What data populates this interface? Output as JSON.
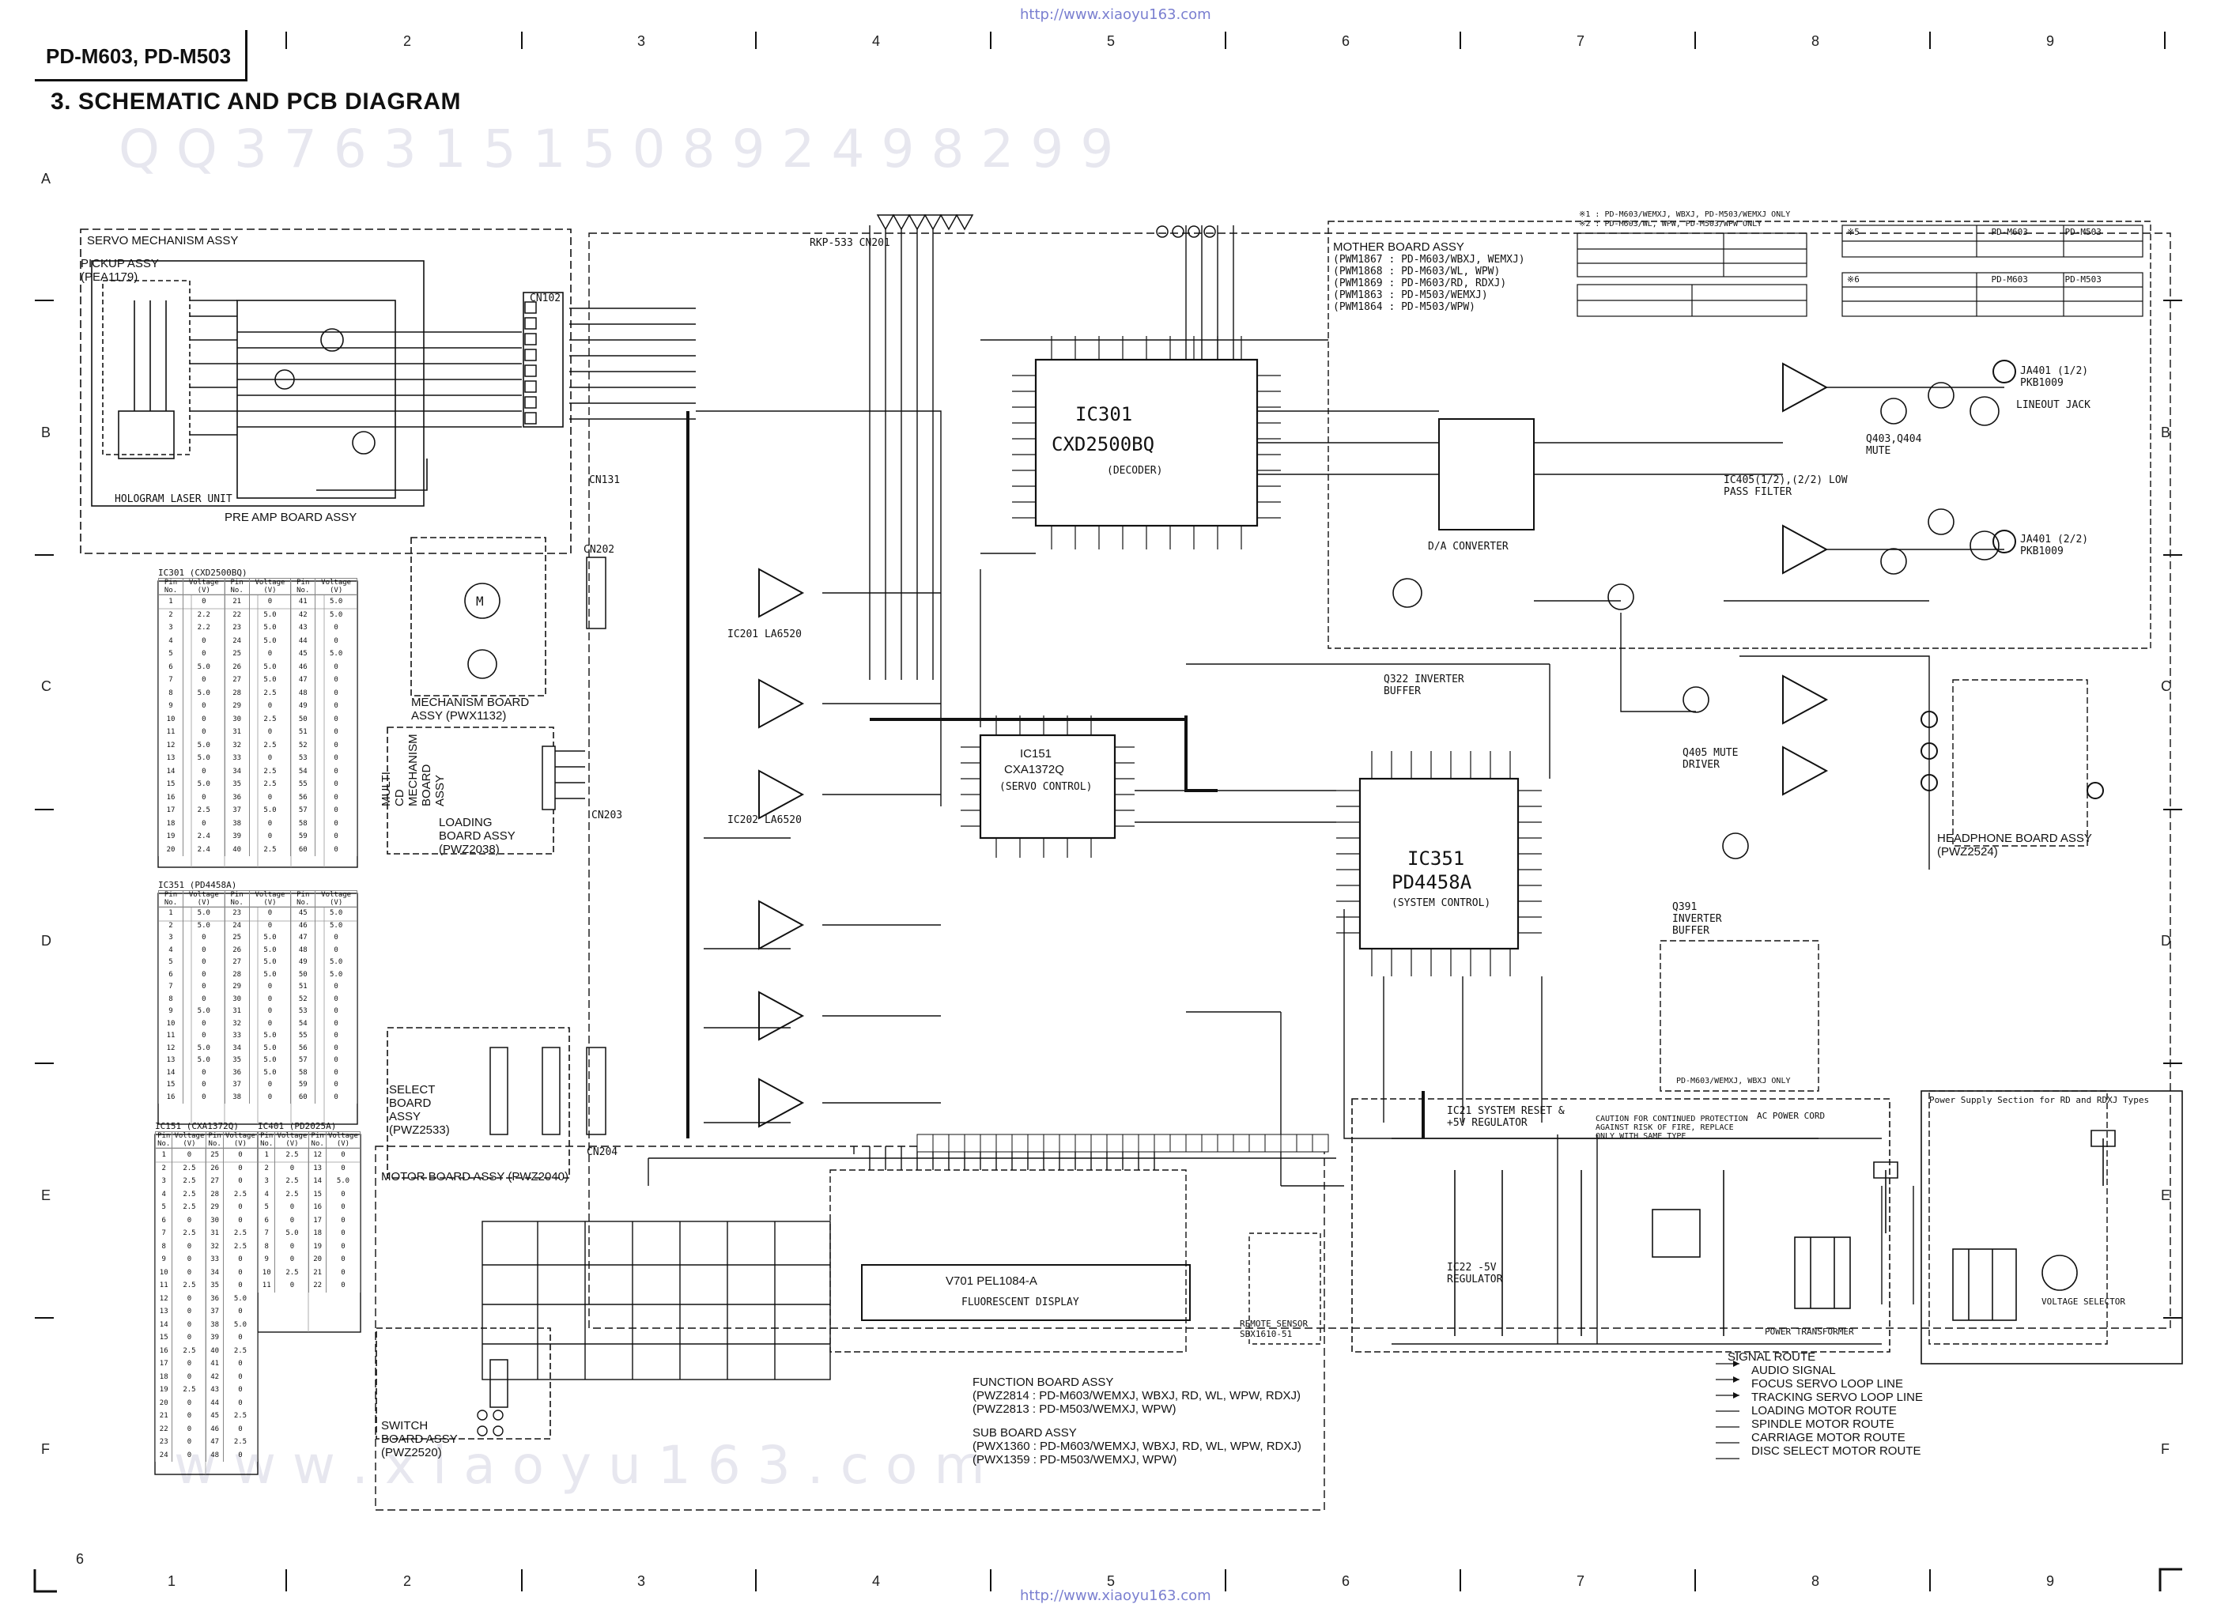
{
  "header": {
    "model": "PD-M603, PD-M503",
    "section_title": "3.   SCHEMATIC AND PCB DIAGRAM",
    "url_top": "http://www.xiaoyu163.com",
    "url_bottom": "http://www.xiaoyu163.com"
  },
  "grid": {
    "columns": [
      "1",
      "2",
      "3",
      "4",
      "5",
      "6",
      "7",
      "8",
      "9"
    ],
    "rows": [
      "A",
      "B",
      "C",
      "D",
      "E",
      "F"
    ],
    "page_number": "6"
  },
  "watermark": {
    "top": "Q Q 3 7 6 3 1 5 1 5 0   8 9 2 4 9 8 2 9 9",
    "bottom": "w w w . x i a o y u 1 6 3 . c o m"
  },
  "boards": {
    "servo": "SERVO MECHANISM ASSY",
    "pickup": "PICKUP ASSY (PEA1179)",
    "hologram": "HOLOGRAM LASER UNIT",
    "preamp": "PRE AMP BOARD ASSY",
    "mechanism": "MECHANISM BOARD ASSY (PWX1132)",
    "multi_cd": "MULTI CD MECHANISM BOARD ASSY",
    "loading": "LOADING BOARD ASSY (PWZ2038)",
    "select": "SELECT BOARD ASSY (PWZ2533)",
    "motor": "MOTOR BOARD ASSY (PWZ2040)",
    "switch": "SWITCH BOARD ASSY (PWZ2520)",
    "mother_title": "MOTHER BOARD ASSY",
    "mother_variants": [
      "(PWM1867 : PD-M603/WBXJ, WEMXJ)",
      "(PWM1868 : PD-M603/WL, WPW)",
      "(PWM1869 : PD-M603/RD, RDXJ)",
      "(PWM1863 : PD-M503/WEMXJ)",
      "(PWM1864 : PD-M503/WPW)"
    ],
    "headphone": "HEADPHONE BOARD ASSY (PWZ2524)",
    "function_title": "FUNCTION BOARD ASSY",
    "function_variants": [
      "(PWZ2814 : PD-M603/WEMXJ, WBXJ, RD, WL, WPW, RDXJ)",
      "(PWZ2813 : PD-M503/WEMXJ, WPW)"
    ],
    "sub_title": "SUB BOARD ASSY",
    "sub_variants": [
      "(PWX1360 : PD-M603/WEMXJ, WBXJ, RD, WL, WPW, RDXJ)",
      "(PWX1359 : PD-M503/WEMXJ, WPW)"
    ]
  },
  "ics": {
    "ic301": "IC301",
    "ic301_part": "CXD2500BQ",
    "ic301_role": "(DECODER)",
    "ic151": "IC151",
    "ic151_part": "CXA1372Q",
    "ic151_role": "(SERVO CONTROL)",
    "ic351": "IC351",
    "ic351_part": "PD4458A",
    "ic351_role": "(SYSTEM CONTROL)",
    "ic201": "IC201 LA6520",
    "ic202": "IC202 LA6520",
    "da": "D/A CONVERTER",
    "lpf": "IC405(1/2),(2/2) LOW PASS FILTER",
    "q322": "Q322 INVERTER BUFFER",
    "q405": "Q405 MUTE DRIVER",
    "q391": "Q391 INVERTER BUFFER",
    "q403": "Q403,Q404 MUTE",
    "ic21": "IC21 SYSTEM RESET & +5V REGULATOR",
    "ic22": "IC22 -5V REGULATOR",
    "display": "V701  PEL1084-A",
    "display_sub": "FLUORESCENT DISPLAY",
    "remote": "REMOTE SENSOR SBX1610-51",
    "jack1": "JA401 (1/2) PKB1009",
    "jack2": "JA401 (2/2) PKB1009",
    "line_out": "LINEOUT JACK",
    "power_transformer": "POWER TRANSFORMER",
    "ac_cord": "AC POWER CORD",
    "power_section": "Power Supply Section for RD and RDXJ Types",
    "voltage_selector": "VOLTAGE SELECTOR",
    "caution": "CAUTION FOR CONTINUED PROTECTION AGAINST RISK OF FIRE, REPLACE ONLY WITH SAME TYPE"
  },
  "connectors": {
    "cn102": "CN102",
    "cn131": "CN131",
    "cn202": "CN202",
    "cn203": "CN203",
    "cn204": "CN204",
    "cn201": "RKP-533 CN201"
  },
  "ic_tables": [
    {
      "title": "IC301 (CXD2500BQ)",
      "headers": [
        "Pin No.",
        "Voltage (V)",
        "Pin No.",
        "Voltage (V)",
        "Pin No.",
        "Voltage (V)"
      ],
      "rows": [
        [
          "1",
          "0",
          "21",
          "0",
          "41",
          "5.0"
        ],
        [
          "2",
          "2.2",
          "22",
          "5.0",
          "42",
          "5.0"
        ],
        [
          "3",
          "2.2",
          "23",
          "5.0",
          "43",
          "0"
        ],
        [
          "4",
          "0",
          "24",
          "5.0",
          "44",
          "0"
        ],
        [
          "5",
          "0",
          "25",
          "0",
          "45",
          "5.0"
        ],
        [
          "6",
          "5.0",
          "26",
          "5.0",
          "46",
          "0"
        ],
        [
          "7",
          "0",
          "27",
          "5.0",
          "47",
          "0"
        ],
        [
          "8",
          "5.0",
          "28",
          "2.5",
          "48",
          "0"
        ],
        [
          "9",
          "0",
          "29",
          "0",
          "49",
          "0"
        ],
        [
          "10",
          "0",
          "30",
          "2.5",
          "50",
          "0"
        ],
        [
          "11",
          "0",
          "31",
          "0",
          "51",
          "0"
        ],
        [
          "12",
          "5.0",
          "32",
          "2.5",
          "52",
          "0"
        ],
        [
          "13",
          "5.0",
          "33",
          "0",
          "53",
          "0"
        ],
        [
          "14",
          "0",
          "34",
          "2.5",
          "54",
          "0"
        ],
        [
          "15",
          "5.0",
          "35",
          "2.5",
          "55",
          "0"
        ],
        [
          "16",
          "0",
          "36",
          "0",
          "56",
          "0"
        ],
        [
          "17",
          "2.5",
          "37",
          "5.0",
          "57",
          "0"
        ],
        [
          "18",
          "0",
          "38",
          "0",
          "58",
          "0"
        ],
        [
          "19",
          "2.4",
          "39",
          "0",
          "59",
          "0"
        ],
        [
          "20",
          "2.4",
          "40",
          "2.5",
          "60",
          "0"
        ]
      ]
    },
    {
      "title": "IC351 (PD4458A)",
      "headers": [
        "Pin No.",
        "Voltage (V)",
        "Pin No.",
        "Voltage (V)",
        "Pin No.",
        "Voltage (V)"
      ],
      "rows": [
        [
          "1",
          "5.0",
          "23",
          "0",
          "45",
          "5.0"
        ],
        [
          "2",
          "5.0",
          "24",
          "0",
          "46",
          "5.0"
        ],
        [
          "3",
          "0",
          "25",
          "5.0",
          "47",
          "0"
        ],
        [
          "4",
          "0",
          "26",
          "5.0",
          "48",
          "0"
        ],
        [
          "5",
          "0",
          "27",
          "5.0",
          "49",
          "5.0"
        ],
        [
          "6",
          "0",
          "28",
          "5.0",
          "50",
          "5.0"
        ],
        [
          "7",
          "0",
          "29",
          "0",
          "51",
          "0"
        ],
        [
          "8",
          "0",
          "30",
          "0",
          "52",
          "0"
        ],
        [
          "9",
          "5.0",
          "31",
          "0",
          "53",
          "0"
        ],
        [
          "10",
          "0",
          "32",
          "0",
          "54",
          "0"
        ],
        [
          "11",
          "0",
          "33",
          "5.0",
          "55",
          "0"
        ],
        [
          "12",
          "5.0",
          "34",
          "5.0",
          "56",
          "0"
        ],
        [
          "13",
          "5.0",
          "35",
          "5.0",
          "57",
          "0"
        ],
        [
          "14",
          "0",
          "36",
          "5.0",
          "58",
          "0"
        ],
        [
          "15",
          "0",
          "37",
          "0",
          "59",
          "0"
        ],
        [
          "16",
          "0",
          "38",
          "0",
          "60",
          "0"
        ]
      ]
    },
    {
      "title": "IC151 (CXA1372Q)",
      "headers": [
        "Pin No.",
        "Voltage (V)",
        "Pin No.",
        "Voltage (V)"
      ],
      "rows": [
        [
          "1",
          "0",
          "25",
          "0"
        ],
        [
          "2",
          "2.5",
          "26",
          "0"
        ],
        [
          "3",
          "2.5",
          "27",
          "0"
        ],
        [
          "4",
          "2.5",
          "28",
          "2.5"
        ],
        [
          "5",
          "2.5",
          "29",
          "0"
        ],
        [
          "6",
          "0",
          "30",
          "0"
        ],
        [
          "7",
          "2.5",
          "31",
          "2.5"
        ],
        [
          "8",
          "0",
          "32",
          "2.5"
        ],
        [
          "9",
          "0",
          "33",
          "0"
        ],
        [
          "10",
          "0",
          "34",
          "0"
        ],
        [
          "11",
          "2.5",
          "35",
          "0"
        ],
        [
          "12",
          "0",
          "36",
          "5.0"
        ],
        [
          "13",
          "0",
          "37",
          "0"
        ],
        [
          "14",
          "0",
          "38",
          "5.0"
        ],
        [
          "15",
          "0",
          "39",
          "0"
        ],
        [
          "16",
          "2.5",
          "40",
          "2.5"
        ],
        [
          "17",
          "0",
          "41",
          "0"
        ],
        [
          "18",
          "0",
          "42",
          "0"
        ],
        [
          "19",
          "2.5",
          "43",
          "0"
        ],
        [
          "20",
          "0",
          "44",
          "0"
        ],
        [
          "21",
          "0",
          "45",
          "2.5"
        ],
        [
          "22",
          "0",
          "46",
          "0"
        ],
        [
          "23",
          "0",
          "47",
          "2.5"
        ],
        [
          "24",
          "0",
          "48",
          "0"
        ]
      ]
    },
    {
      "title": "IC401 (PD2025A)",
      "headers": [
        "Pin No.",
        "Voltage (V)",
        "Pin No.",
        "Voltage (V)"
      ],
      "rows": [
        [
          "1",
          "2.5",
          "12",
          "0"
        ],
        [
          "2",
          "0",
          "13",
          "0"
        ],
        [
          "3",
          "2.5",
          "14",
          "5.0"
        ],
        [
          "4",
          "2.5",
          "15",
          "0"
        ],
        [
          "5",
          "0",
          "16",
          "0"
        ],
        [
          "6",
          "0",
          "17",
          "0"
        ],
        [
          "7",
          "5.0",
          "18",
          "0"
        ],
        [
          "8",
          "0",
          "19",
          "0"
        ],
        [
          "9",
          "0",
          "20",
          "0"
        ],
        [
          "10",
          "2.5",
          "21",
          "0"
        ],
        [
          "11",
          "0",
          "22",
          "0"
        ]
      ]
    }
  ],
  "signal_route": {
    "title": "SIGNAL ROUTE",
    "items": [
      "AUDIO SIGNAL",
      "FOCUS SERVO LOOP LINE",
      "TRACKING SERVO LOOP LINE",
      "LOADING MOTOR ROUTE",
      "SPINDLE MOTOR ROUTE",
      "CARRIAGE MOTOR ROUTE",
      "DISC SELECT MOTOR ROUTE"
    ]
  },
  "notes": {
    "note_a": "※1 : PD-M603/WEMXJ, WBXJ, PD-M503/WEMXJ ONLY",
    "note_b": "※2 : PD-M603/WL, WPW, PD-M503/WPW ONLY",
    "note_c": "PD-M603/WEMXJ, WBXJ ONLY",
    "table_k5": [
      "※5",
      "PD-M603",
      "PD-M503"
    ],
    "table_k6": [
      "※6",
      "PD-M603",
      "PD-M503"
    ]
  }
}
